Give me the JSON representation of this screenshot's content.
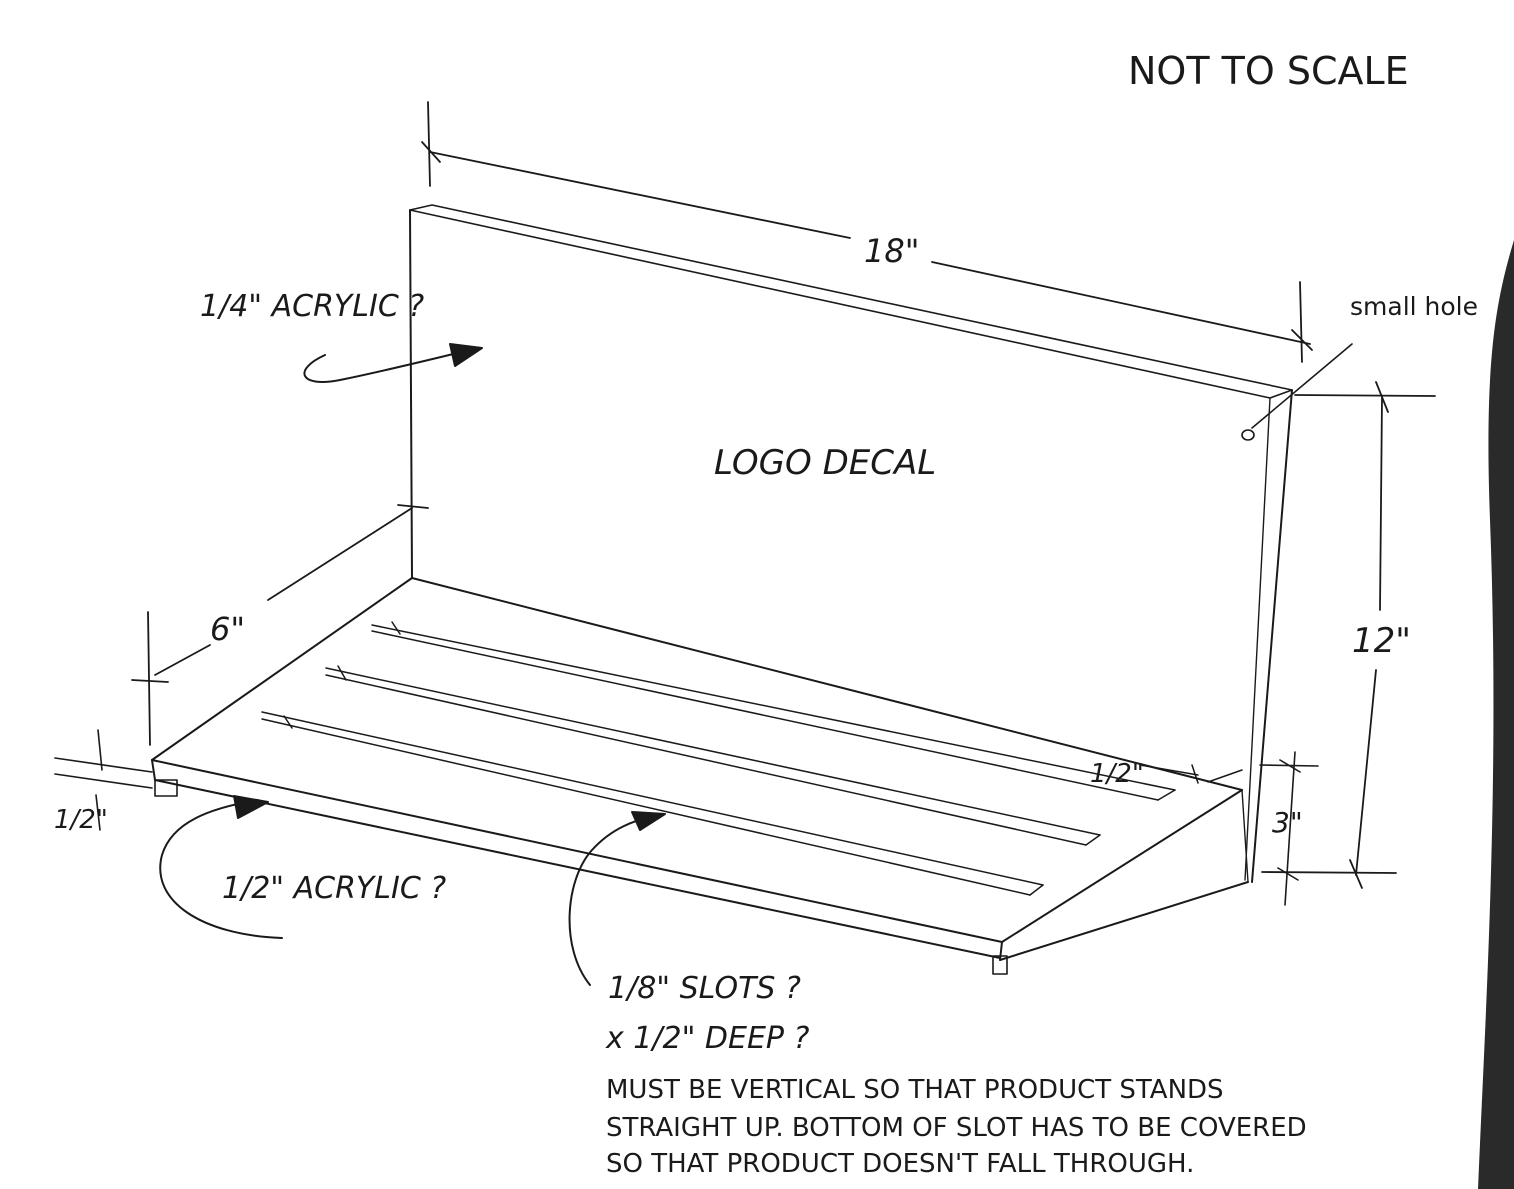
{
  "header": {
    "note": "NOT TO SCALE"
  },
  "dimensions": {
    "width": "18\"",
    "height": "12\"",
    "depth": "6\"",
    "base_thickness": "1/2\"",
    "slot_inset": "1/2\"",
    "front_height": "3\""
  },
  "callouts": {
    "back_material": "1/4\" ACRYLIC ?",
    "hole": "small hole",
    "decal": "LOGO DECAL",
    "base_material": "1/2\" ACRYLIC ?",
    "slots_line1": "1/8\" SLOTS ?",
    "slots_line2": "x 1/2\" DEEP ?"
  },
  "notes": {
    "line1": "MUST BE VERTICAL SO THAT PRODUCT STANDS",
    "line2": "STRAIGHT UP. BOTTOM OF SLOT HAS TO BE COVERED",
    "line3": "SO THAT PRODUCT DOESN'T FALL THROUGH."
  },
  "colors": {
    "ink": "#1a1a1a",
    "paper": "#ffffff",
    "edge_shadow": "#2a2a2a"
  }
}
